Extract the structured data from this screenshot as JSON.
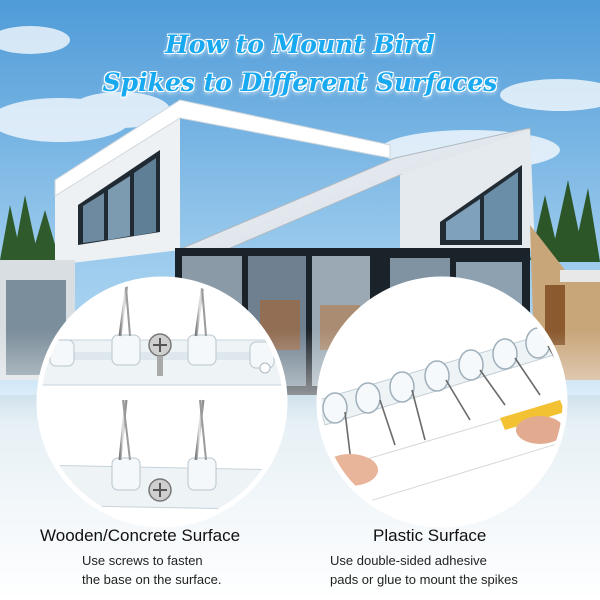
{
  "title": {
    "line1": "How to Mount Bird",
    "line2": "Spikes to Different Surfaces"
  },
  "panels": [
    {
      "heading": "Wooden/Concrete Surface",
      "desc_line1": "Use screws to fasten",
      "desc_line2": "the base on the surface."
    },
    {
      "heading": "Plastic Surface",
      "desc_line1": "Use double-sided adhesive",
      "desc_line2": "pads or glue to mount the spikes"
    }
  ],
  "colors": {
    "title": "#19a9f0",
    "sky": "#8ec5ec",
    "bottom_gradient": "#ffffff"
  }
}
